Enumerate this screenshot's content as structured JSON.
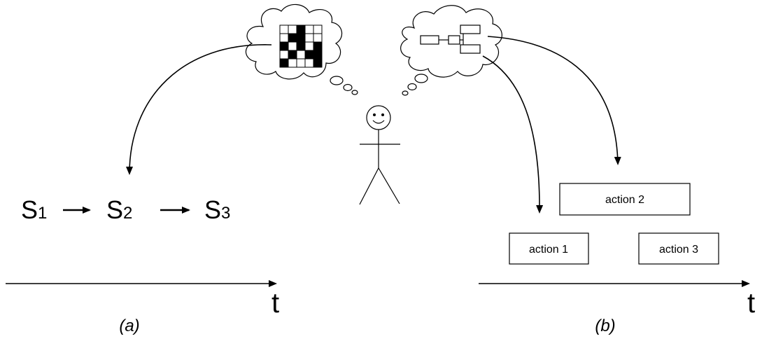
{
  "states": [
    {
      "letter": "S",
      "sub": "1"
    },
    {
      "letter": "S",
      "sub": "2"
    },
    {
      "letter": "S",
      "sub": "3"
    }
  ],
  "actions": [
    {
      "label": "action 1"
    },
    {
      "label": "action 2"
    },
    {
      "label": "action 3"
    }
  ],
  "axes": {
    "left_label": "t",
    "right_label": "t"
  },
  "panels": {
    "left": "(a)",
    "right": "(b)"
  },
  "grid_pattern": [
    [
      0,
      0,
      1,
      0,
      0
    ],
    [
      0,
      1,
      1,
      0,
      0
    ],
    [
      1,
      0,
      1,
      0,
      1
    ],
    [
      0,
      1,
      0,
      1,
      1
    ],
    [
      1,
      0,
      0,
      0,
      1
    ]
  ],
  "colors": {
    "ink": "#000000",
    "background": "#ffffff"
  }
}
